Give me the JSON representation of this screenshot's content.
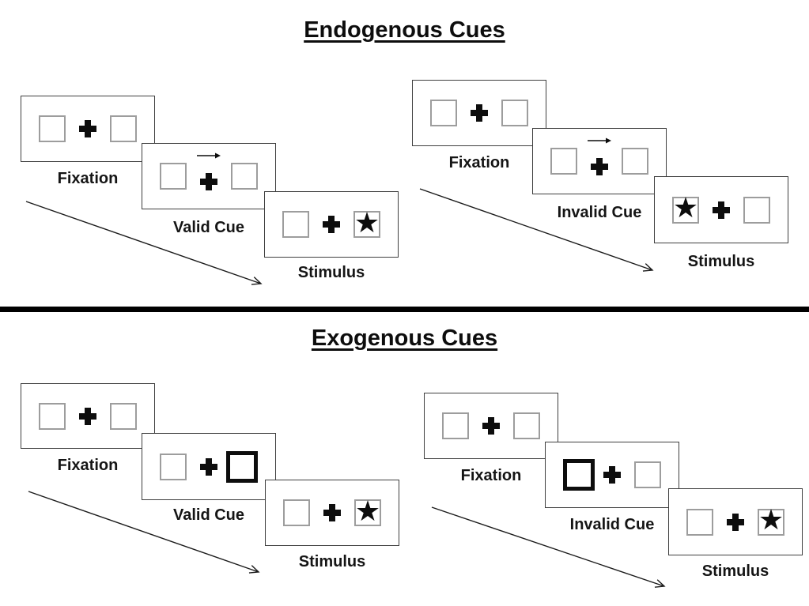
{
  "sections": [
    {
      "title": "Endogenous Cues",
      "groups": [
        {
          "condition": "valid",
          "cue_style": "central-arrow-pointing-right",
          "panels": [
            {
              "label": "Fixation",
              "content": "empty-box-plus-empty-box"
            },
            {
              "label": "Valid Cue",
              "content": "plus-with-right-arrow-above"
            },
            {
              "label": "Stimulus",
              "content": "star-in-right-box"
            }
          ]
        },
        {
          "condition": "invalid",
          "cue_style": "central-arrow-pointing-right",
          "panels": [
            {
              "label": "Fixation",
              "content": "empty-box-plus-empty-box"
            },
            {
              "label": "Invalid Cue",
              "content": "plus-with-right-arrow-above"
            },
            {
              "label": "Stimulus",
              "content": "star-in-left-box"
            }
          ]
        }
      ]
    },
    {
      "title": "Exogenous Cues",
      "groups": [
        {
          "condition": "valid",
          "cue_style": "peripheral-thick-right-box",
          "panels": [
            {
              "label": "Fixation",
              "content": "empty-box-plus-empty-box"
            },
            {
              "label": "Valid Cue",
              "content": "thick-bordered-right-box"
            },
            {
              "label": "Stimulus",
              "content": "star-in-right-box"
            }
          ]
        },
        {
          "condition": "invalid",
          "cue_style": "peripheral-thick-left-box",
          "panels": [
            {
              "label": "Fixation",
              "content": "empty-box-plus-empty-box"
            },
            {
              "label": "Invalid Cue",
              "content": "thick-bordered-left-box"
            },
            {
              "label": "Stimulus",
              "content": "star-in-right-box"
            }
          ]
        }
      ]
    }
  ],
  "glyphs": {
    "star": "★"
  },
  "colors": {
    "ink": "#0d0d0d",
    "box_border": "#9d9d9d",
    "panel_border": "#3f3f3f",
    "divider": "#000000"
  }
}
